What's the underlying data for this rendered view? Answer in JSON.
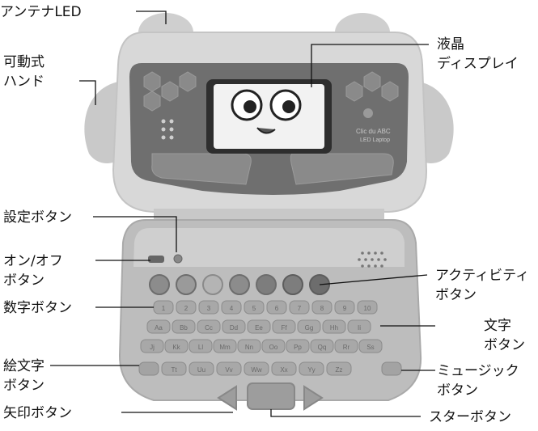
{
  "labels": {
    "antenna_led": "アンテナLED",
    "movable_hand": [
      "可動式",
      "ハンド"
    ],
    "lcd_display": [
      "液晶",
      "ディスプレイ"
    ],
    "settings_button": "設定ボタン",
    "power_button": [
      "オン/オフ",
      "ボタン"
    ],
    "number_buttons": "数字ボタン",
    "emoji_buttons": [
      "絵文字",
      "ボタン"
    ],
    "arrow_buttons": "矢印ボタン",
    "activity_buttons": [
      "アクティビティ",
      "ボタン"
    ],
    "letter_buttons": [
      "文字",
      "ボタン"
    ],
    "music_buttons": [
      "ミュージック",
      "ボタン"
    ],
    "star_button": "スターボタン"
  },
  "device": {
    "brand_line1": "Clic du ABC",
    "brand_line2": "LED Laptop",
    "number_keys": [
      "1",
      "2",
      "3",
      "4",
      "5",
      "6",
      "7",
      "8",
      "9",
      "10"
    ],
    "letter_row1": [
      "Aa",
      "Bb",
      "Cc",
      "Dd",
      "Ee",
      "Ff",
      "Gg",
      "Hh",
      "Ii"
    ],
    "letter_row2": [
      "Jj",
      "Kk",
      "Ll",
      "Mm",
      "Nn",
      "Oo",
      "Pp",
      "Qq",
      "Rr",
      "Ss"
    ],
    "letter_row3": [
      "Tt",
      "Uu",
      "Vv",
      "Ww",
      "Xx",
      "Yy",
      "Zz"
    ]
  },
  "colors": {
    "body_light": "#dcdcdc",
    "body_mid": "#b9b9b9",
    "body_dark": "#8a8a8a",
    "face_panel": "#6f6f6f",
    "screen": "#f2f2f2"
  }
}
